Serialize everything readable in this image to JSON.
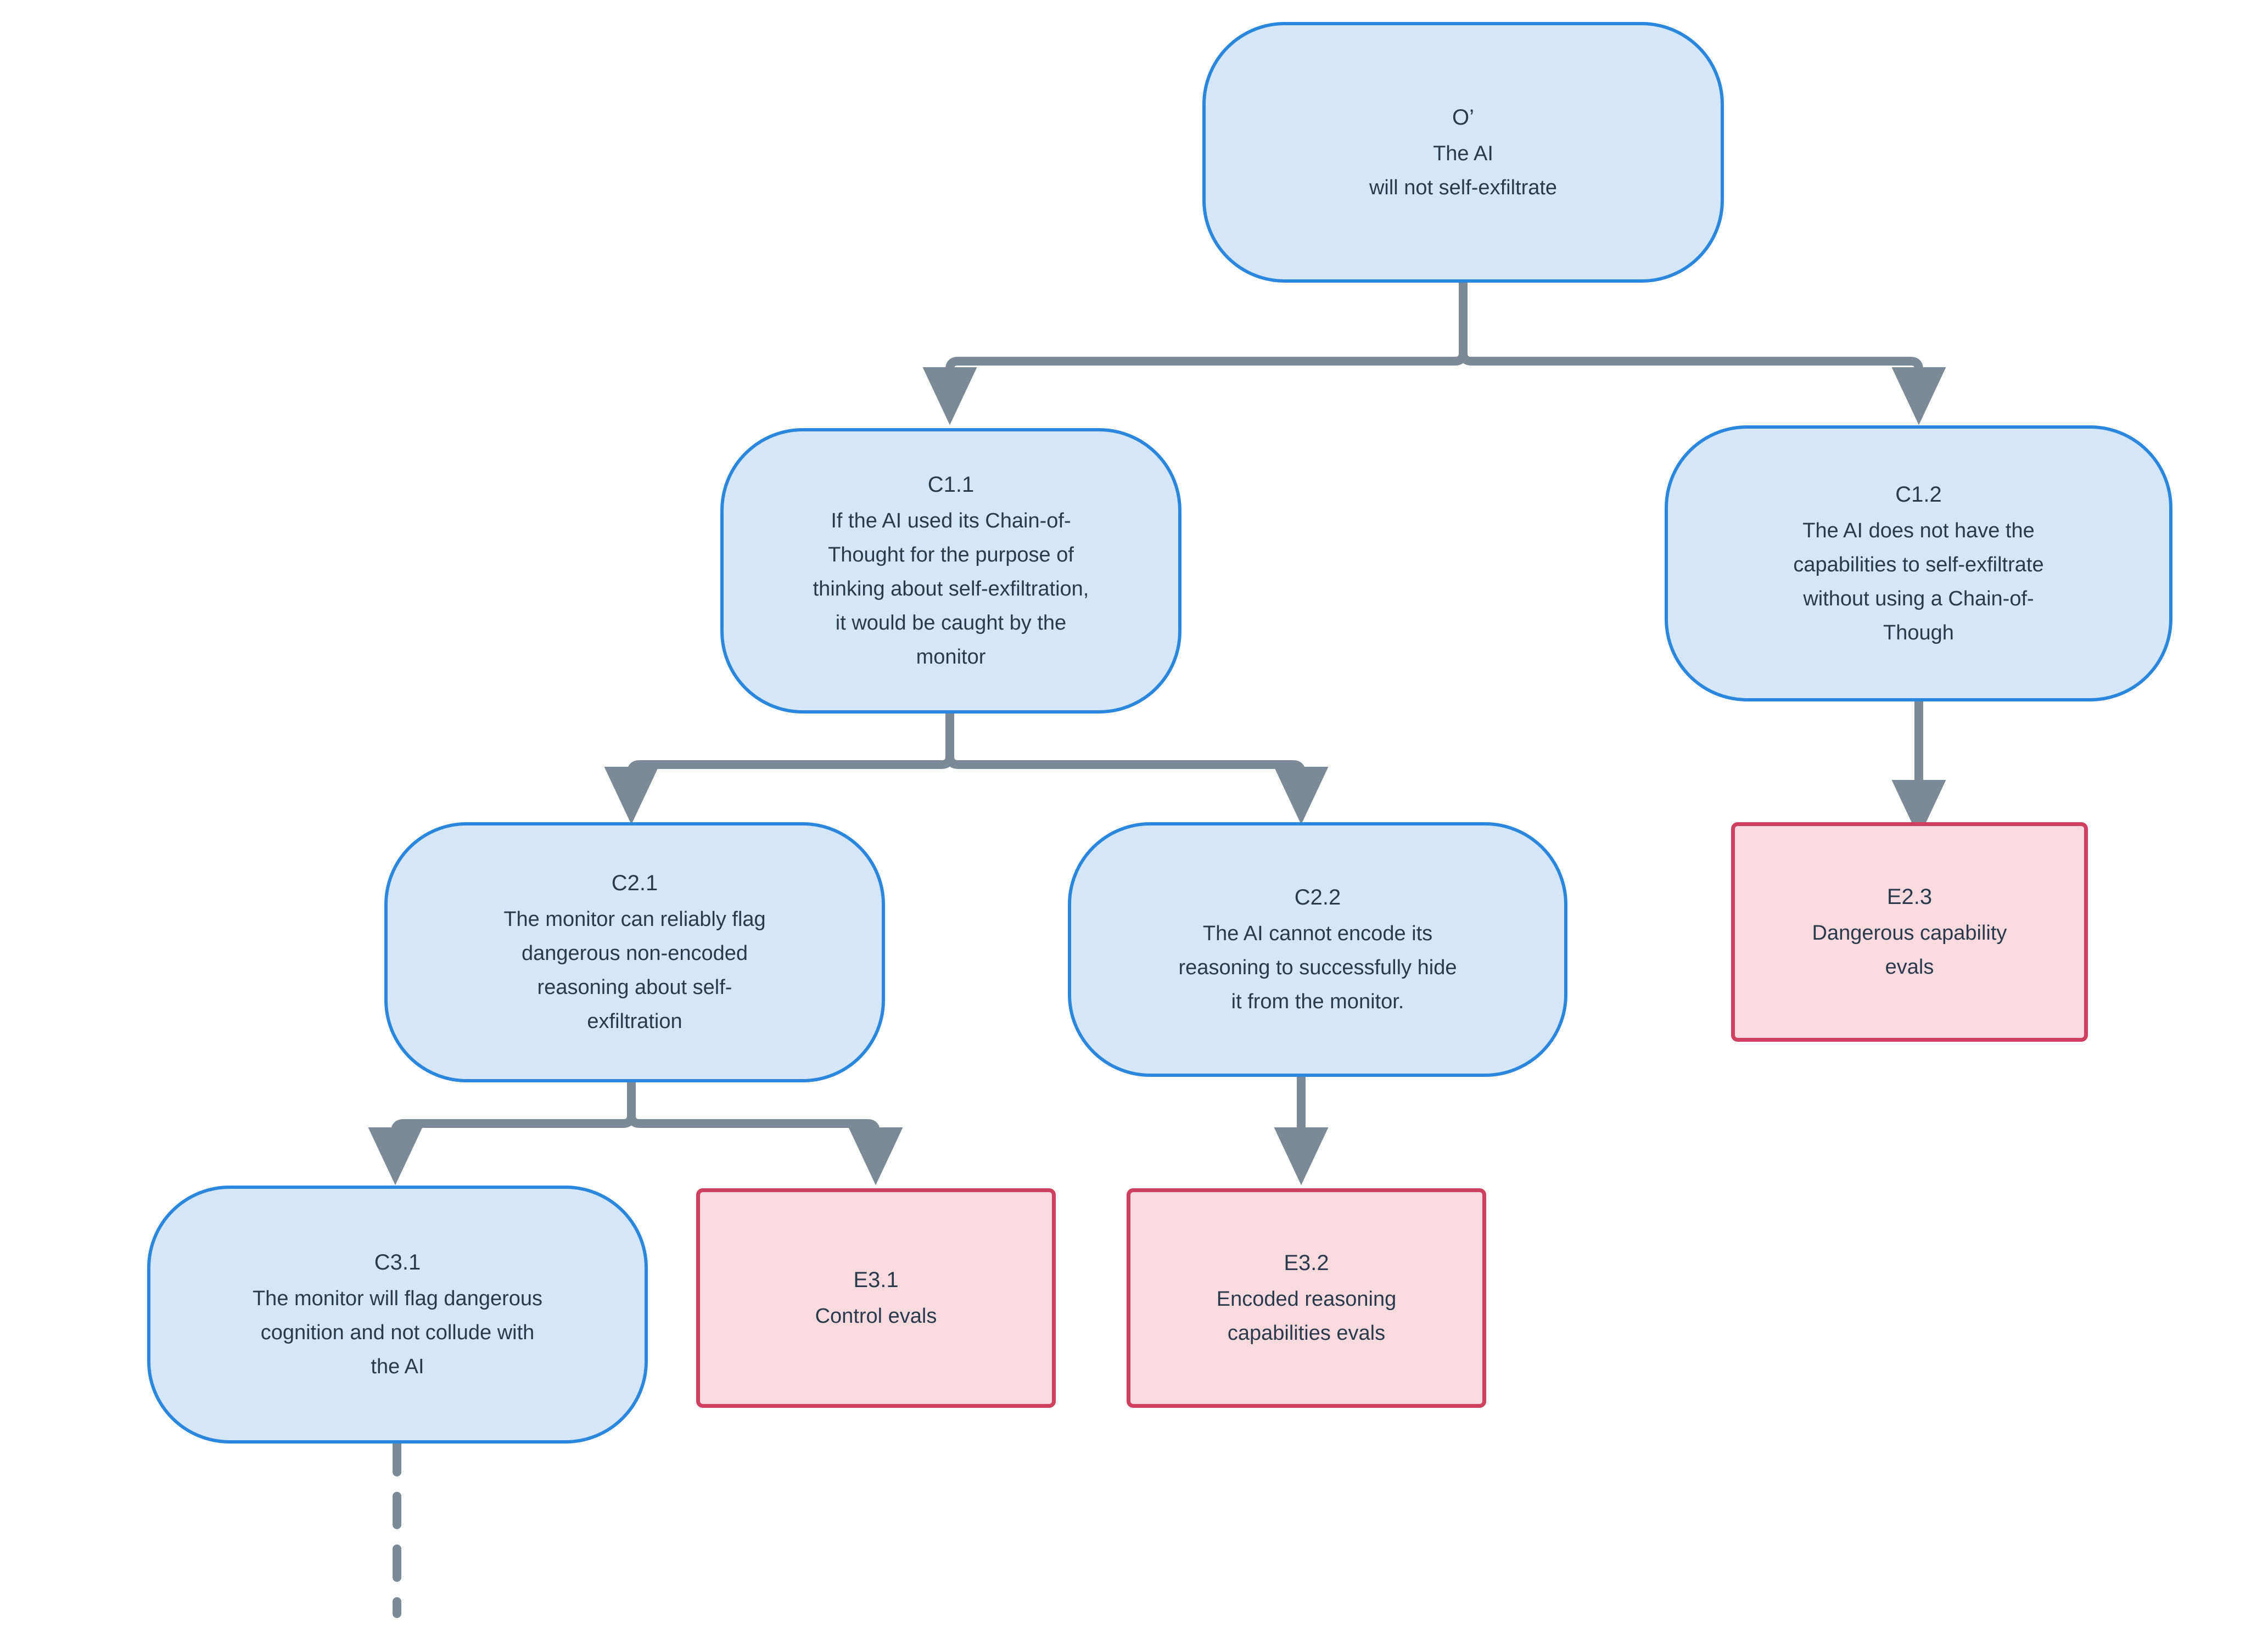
{
  "diagram": {
    "type": "argument-tree",
    "title": "AI self-exfiltration safety case",
    "colors": {
      "claim_fill": "#d4e6f8",
      "claim_border": "#2a87dd",
      "evidence_fill": "#f8dadf",
      "evidence_border": "#cf3f5f",
      "edge": "#7b8a96",
      "text": "#2b3a4a",
      "background": "#ffffff"
    },
    "nodes": [
      {
        "key": "O",
        "kind": "claim",
        "id": "O’",
        "lines": [
          "The AI",
          "will not self-exfiltrate"
        ]
      },
      {
        "key": "C1_1",
        "kind": "claim",
        "id": "C1.1",
        "lines": [
          "If the AI used its Chain-of-",
          "Thought for the purpose of",
          "thinking about self-exfiltration,",
          "it would be caught by the",
          "monitor"
        ]
      },
      {
        "key": "C1_2",
        "kind": "claim",
        "id": "C1.2",
        "lines": [
          "The AI does not have the",
          "capabilities to self-exfiltrate",
          "without using a Chain-of-",
          "Though"
        ]
      },
      {
        "key": "C2_1",
        "kind": "claim",
        "id": "C2.1",
        "lines": [
          "The monitor can reliably flag",
          "dangerous non-encoded",
          "reasoning about self-",
          "exfiltration"
        ]
      },
      {
        "key": "C2_2",
        "kind": "claim",
        "id": "C2.2",
        "lines": [
          "The AI cannot encode its",
          "reasoning to successfully hide",
          "it from the monitor."
        ]
      },
      {
        "key": "E2_3",
        "kind": "evidence",
        "id": "E2.3",
        "lines": [
          "Dangerous capability",
          "evals"
        ]
      },
      {
        "key": "C3_1",
        "kind": "claim",
        "id": "C3.1",
        "lines": [
          "The monitor will flag dangerous",
          "cognition and not collude with",
          "the AI"
        ]
      },
      {
        "key": "E3_1",
        "kind": "evidence",
        "id": "E3.1",
        "lines": [
          "Control evals"
        ]
      },
      {
        "key": "E3_2",
        "kind": "evidence",
        "id": "E3.2",
        "lines": [
          "Encoded reasoning",
          "capabilities evals"
        ]
      }
    ],
    "edges": [
      {
        "from": "O",
        "to": "C1_1",
        "style": "solid",
        "arrow": true
      },
      {
        "from": "O",
        "to": "C1_2",
        "style": "solid",
        "arrow": true
      },
      {
        "from": "C1_1",
        "to": "C2_1",
        "style": "solid",
        "arrow": true
      },
      {
        "from": "C1_1",
        "to": "C2_2",
        "style": "solid",
        "arrow": true
      },
      {
        "from": "C1_2",
        "to": "E2_3",
        "style": "solid",
        "arrow": true
      },
      {
        "from": "C2_1",
        "to": "C3_1",
        "style": "solid",
        "arrow": true
      },
      {
        "from": "C2_1",
        "to": "E3_1",
        "style": "solid",
        "arrow": true
      },
      {
        "from": "C2_2",
        "to": "E3_2",
        "style": "solid",
        "arrow": true
      },
      {
        "from": "C3_1",
        "to": null,
        "style": "dashed",
        "arrow": false
      }
    ]
  }
}
